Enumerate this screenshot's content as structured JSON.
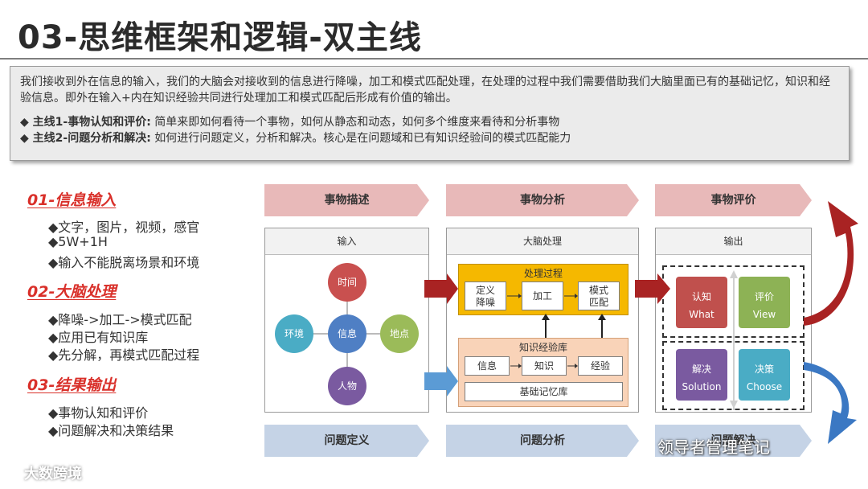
{
  "title": "03-思维框架和逻辑-双主线",
  "summary": {
    "intro": "我们接收到外在信息的输入，我们的大脑会对接收到的信息进行降噪，加工和模式匹配处理，在处理的过程中我们需要借助我们大脑里面已有的基础记忆，知识和经验信息。即外在输入+内在知识经验共同进行处理加工和模式匹配后形成有价值的输出。",
    "line1_label": "◆ 主线1-事物认知和评价:",
    "line1_text": "简单来即如何看待一个事物，如何从静态和动态，如何多个维度来看待和分析事物",
    "line2_label": "◆ 主线2-问题分析和解决:",
    "line2_text": "如何进行问题定义，分析和解决。核心是在问题域和已有知识经验间的模式匹配能力"
  },
  "sections": [
    {
      "title": "01-信息输入",
      "items": [
        "◆文字，图片，视频，感官",
        "◆5W+1H",
        "◆输入不能脱离场景和环境"
      ]
    },
    {
      "title": "02-大脑处理",
      "items": [
        "◆降噪->加工->模式匹配",
        "◆应用已有知识库",
        "◆先分解，再模式匹配过程"
      ]
    },
    {
      "title": "03-结果输出",
      "items": [
        "◆事物认知和评价",
        "◆问题解决和决策结果"
      ]
    }
  ],
  "diagram": {
    "top_banners": [
      "事物描述",
      "事物分析",
      "事物评价"
    ],
    "bottom_banners": [
      "问题定义",
      "问题分析",
      "问题解决"
    ],
    "input_panel": {
      "head": "输入",
      "center": "信息",
      "top": "时间",
      "left": "环境",
      "right": "地点",
      "bottom": "人物"
    },
    "brain_panel": {
      "head": "大脑处理",
      "process_title": "处理过程",
      "process_boxes": [
        "定义\n降噪",
        "加工",
        "模式\n匹配"
      ],
      "kb_title": "知识经验库",
      "kb_boxes": [
        "信息",
        "知识",
        "经验"
      ],
      "memory": "基础记忆库"
    },
    "output_panel": {
      "head": "输出",
      "q1": {
        "cn": "认知",
        "en": "What"
      },
      "q2": {
        "cn": "评价",
        "en": "View"
      },
      "q3": {
        "cn": "解决",
        "en": "Solution"
      },
      "q4": {
        "cn": "决策",
        "en": "Choose"
      }
    }
  },
  "colors": {
    "banner_top": "#e8b9b9",
    "banner_bottom": "#c5d3e6",
    "process_fill": "#f5b800",
    "kb_fill": "#f9d3b8",
    "circle_center": "#4f7fc4",
    "circle_top": "#c9504f",
    "circle_left": "#4aacc5",
    "circle_right": "#9bbb59",
    "circle_bottom": "#7a5aa0",
    "quad_what": "#c0504d",
    "quad_view": "#8db255",
    "quad_solution": "#7a5aa0",
    "quad_choose": "#4aacc5",
    "arrow_red": "#a92323",
    "arrow_blue": "#3b78c3"
  },
  "watermarks": {
    "right": "领导者管理笔记",
    "left": "大数跨境"
  }
}
